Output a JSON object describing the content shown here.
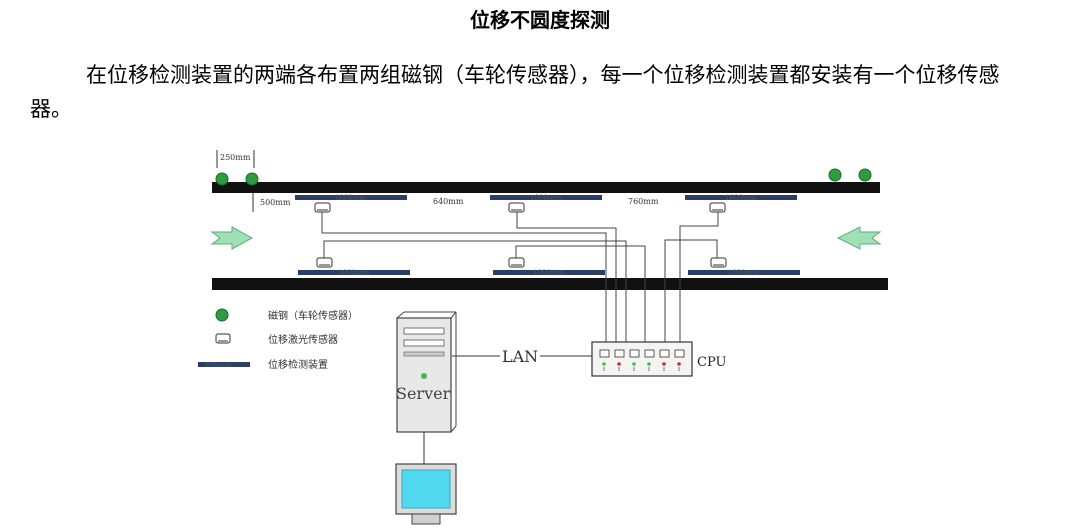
{
  "title": "位移不圆度探测",
  "paragraph": "在位移检测装置的两端各布置两组磁钢（车轮传感器），每一个位移检测装置都安装有一个位移传感器。",
  "diagram": {
    "dim_250": "250mm",
    "dim_500": "500mm",
    "gap_640": "640mm",
    "gap_760": "760mm",
    "device_label": "1000mm",
    "legend": {
      "magnet": "磁钢（车轮传感器）",
      "sensor": "位移激光传感器",
      "device": "位移检测装置",
      "device_sample": "1000mm"
    },
    "lan_label": "LAN",
    "cpu_label": "CPU",
    "server_label": "Server",
    "colors": {
      "magnet": "#2e9b3e",
      "rail": "#111111",
      "device_bar": "#2b3f66",
      "arrow": "#9fe0b4",
      "monitor_screen": "#4fd8ee",
      "led_green": "#3cbf4c",
      "led_red": "#d82a2a"
    }
  }
}
